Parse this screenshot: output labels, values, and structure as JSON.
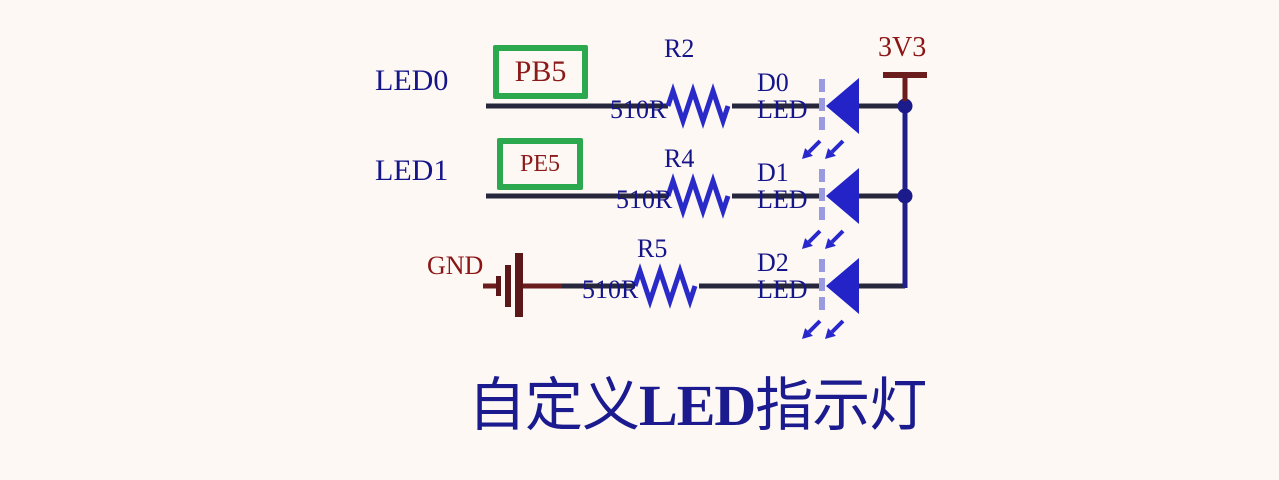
{
  "title": {
    "part1": "自定义",
    "part2": "LED",
    "part3": "指示灯"
  },
  "power_net": "3V3",
  "ground_net": "GND",
  "rows": [
    {
      "signal": "LED0",
      "pin": "PB5",
      "resistor_ref": "R2",
      "resistor_value": "510R",
      "diode_ref": "D0",
      "diode_type": "LED"
    },
    {
      "signal": "LED1",
      "pin": "PE5",
      "resistor_ref": "R4",
      "resistor_value": "510R",
      "diode_ref": "D1",
      "diode_type": "LED"
    },
    {
      "signal": "",
      "pin": "",
      "resistor_ref": "R5",
      "resistor_value": "510R",
      "diode_ref": "D2",
      "diode_type": "LED"
    }
  ],
  "colors": {
    "background": "#fdf8f3",
    "label_navy": "#15158a",
    "label_maroon": "#8b1414",
    "highlight_green": "#2ca94e",
    "component_blue": "#2a2ac8",
    "cathode_light_blue": "#9a9ae0",
    "wire_dark": "#26263c",
    "rail_navy": "#1f1f8a",
    "power_symbol_maroon": "#6b1d1d"
  }
}
